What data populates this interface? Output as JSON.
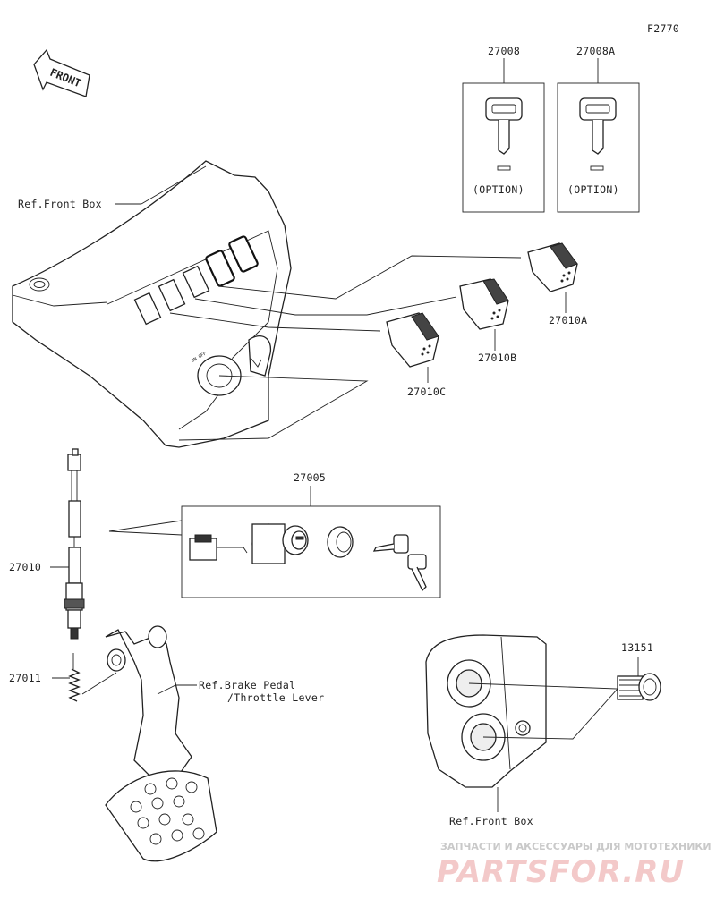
{
  "figure_code": "F2770",
  "front_arrow": "FRONT",
  "labels": {
    "key_a": "27008",
    "key_b": "27008A",
    "option_a": "(OPTION)",
    "option_b": "(OPTION)",
    "ref_front_box_top": "Ref.Front Box",
    "switch_a": "27010A",
    "switch_b": "27010B",
    "switch_c": "27010C",
    "ignition_switch": "27005",
    "brake_switch": "27010",
    "spring": "27011",
    "ref_brake_line1": "Ref.Brake Pedal",
    "ref_brake_line2": "/Throttle Lever",
    "socket": "13151",
    "ref_front_box_bottom": "Ref.Front Box"
  },
  "watermark": {
    "subtitle": "ЗАПЧАСТИ И АКСЕССУАРЫ ДЛЯ МОТОТЕХНИКИ",
    "brand": "PARTSFOR.RU"
  }
}
